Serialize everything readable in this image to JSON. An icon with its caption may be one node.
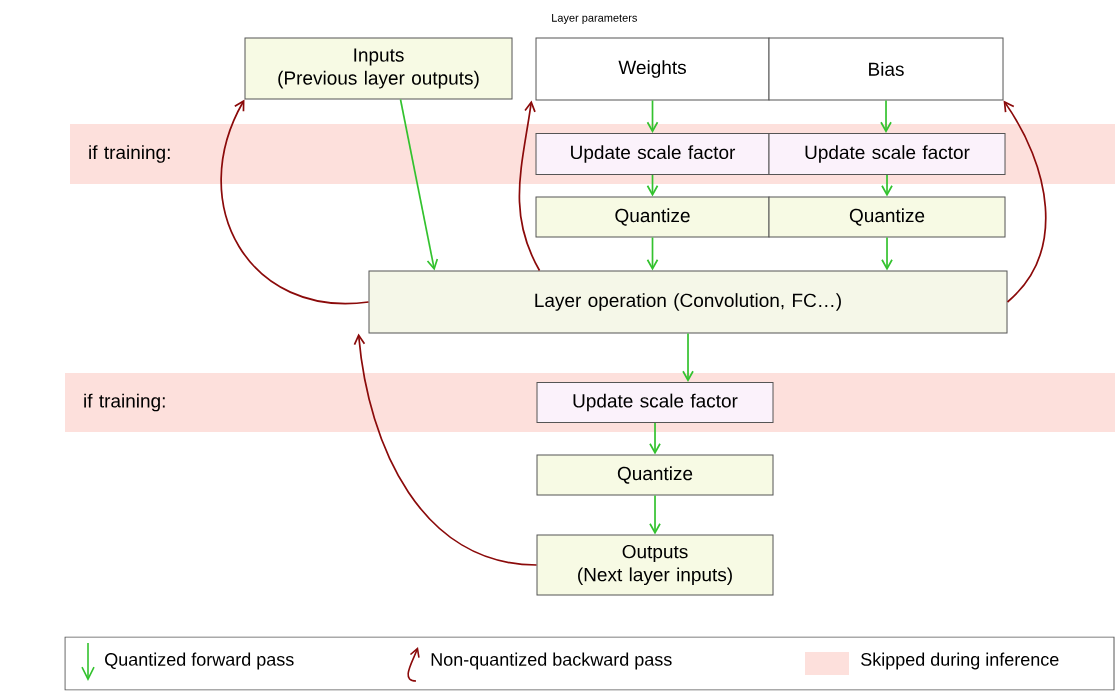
{
  "diagram": {
    "nodes": [
      {
        "text": [
          "Inputs",
          "(Previous layer outputs)"
        ]
      },
      {
        "text": [
          "Weights"
        ]
      },
      {
        "text": [
          "Bias"
        ]
      },
      {
        "text": [
          "if training:"
        ]
      },
      {
        "text": [
          "Update scale factor"
        ],
        "in": 3
      },
      {
        "text": [
          "Update scale factor"
        ],
        "in": 3
      },
      {
        "text": [
          "Quantize"
        ]
      },
      {
        "text": [
          "Quantize"
        ]
      },
      {
        "text": [
          "Layer operation (Convolution, FC…)"
        ]
      },
      {
        "text": [
          "if training:"
        ]
      },
      {
        "text": [
          "Update scale factor"
        ],
        "in": 9
      },
      {
        "text": [
          "Quantize"
        ]
      },
      {
        "text": [
          "Outputs",
          "(Next layer inputs)"
        ]
      }
    ],
    "edges": [
      {
        "from": 0,
        "to": 8,
        "arrow": "to"
      },
      {
        "from": 1,
        "to": 4,
        "arrow": "to"
      },
      {
        "from": 2,
        "to": 5,
        "arrow": "to"
      },
      {
        "from": 4,
        "to": 6,
        "arrow": "to"
      },
      {
        "from": 5,
        "to": 7,
        "arrow": "to"
      },
      {
        "from": 6,
        "to": 8,
        "arrow": "to"
      },
      {
        "from": 7,
        "to": 8,
        "arrow": "to"
      },
      {
        "from": 8,
        "to": 10,
        "arrow": "to"
      },
      {
        "from": 10,
        "to": 11,
        "arrow": "to"
      },
      {
        "from": 11,
        "to": 12,
        "arrow": "to"
      },
      {
        "from": 8,
        "to": 0,
        "arrow": "to",
        "color": "#8b0a0a"
      },
      {
        "from": 8,
        "to": 1,
        "arrow": "to",
        "color": "#8b0a0a"
      },
      {
        "from": 8,
        "to": 2,
        "arrow": "to",
        "color": "#8b0a0a"
      },
      {
        "from": 12,
        "to": 8,
        "arrow": "to",
        "color": "#8b0a0a"
      }
    ],
    "labels": [
      "Layer parameters"
    ],
    "legend": [
      {
        "text": "Quantized forward pass"
      },
      {
        "text": "Non-quantized backward pass"
      },
      {
        "text": "Skipped during inference",
        "color": "#fde0dc"
      }
    ]
  }
}
